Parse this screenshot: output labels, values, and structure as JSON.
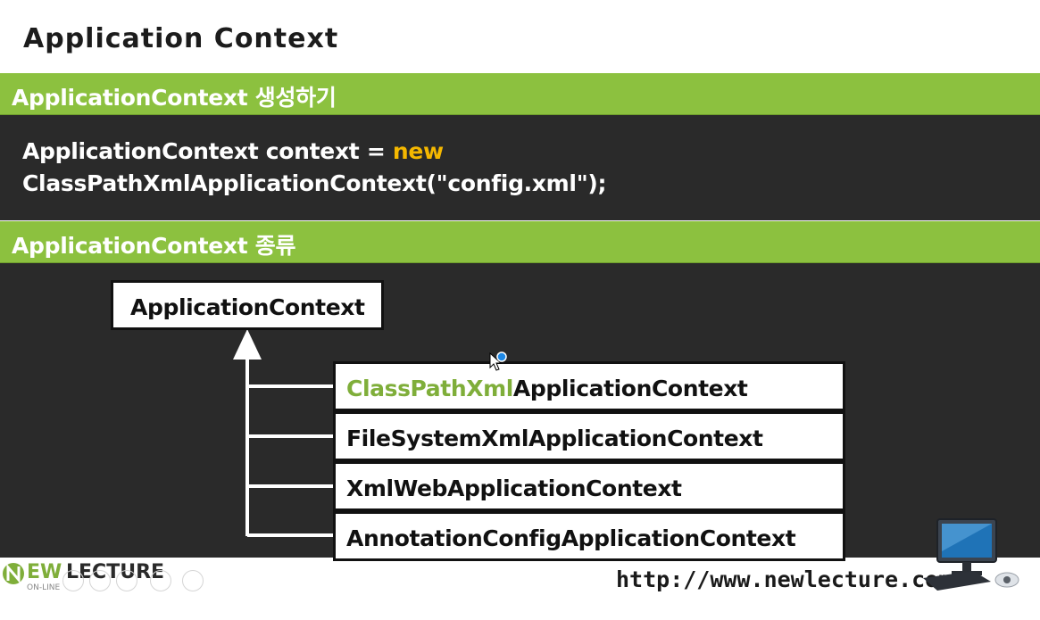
{
  "slide": {
    "title": "Application Context"
  },
  "section1": {
    "heading": "ApplicationContext 생성하기",
    "code_line1_prefix": "ApplicationContext context = ",
    "code_line1_keyword": "new",
    "code_line2": "ClassPathXmlApplicationContext(\"config.xml\");"
  },
  "section2": {
    "heading": "ApplicationContext 종류",
    "root": "ApplicationContext",
    "children": [
      {
        "highlight": "ClassPathXml",
        "rest": "ApplicationContext"
      },
      {
        "highlight": "",
        "rest": "FileSystemXmlApplicationContext"
      },
      {
        "highlight": "",
        "rest": "XmlWebApplicationContext"
      },
      {
        "highlight": "",
        "rest": "AnnotationConfigApplicationContext"
      }
    ]
  },
  "footer": {
    "logo_n": "N",
    "logo_ew": "EW",
    "logo_lecture": "LECTURE",
    "logo_online": "ON-LINE",
    "url": "http://www.newlecture.com"
  },
  "colors": {
    "band": "#8cc13f",
    "dark_bg": "#2a2a2a",
    "keyword": "#f5b800",
    "highlight": "#7fae3a"
  }
}
